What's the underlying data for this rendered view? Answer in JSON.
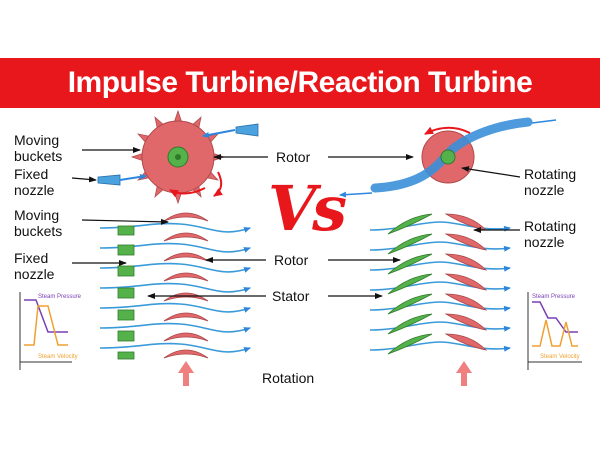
{
  "banner": {
    "left": "Impulse Turbine",
    "divider": "/",
    "right": "Reaction Turbine"
  },
  "labels": {
    "moving_buckets_top": [
      "Moving",
      "buckets"
    ],
    "fixed_nozzle_top": [
      "Fixed",
      "nozzle"
    ],
    "rotor_top": "Rotor",
    "rotating_nozzle_top": [
      "Rotating",
      "nozzle"
    ],
    "moving_buckets_mid": [
      "Moving",
      "buckets"
    ],
    "fixed_nozzle_mid": [
      "Fixed",
      "nozzle"
    ],
    "rotor_mid": "Rotor",
    "stator": "Stator",
    "rotating_nozzle_mid": [
      "Rotating",
      "nozzle"
    ],
    "rotation": "Rotation",
    "vs": "Vs"
  },
  "mini_graph": {
    "pressure_label": "Steam Pressure",
    "velocity_label": "Steam Velocity"
  },
  "colors": {
    "banner": "#e8171c",
    "blade_red": "#e0686a",
    "blade_green": "#55b24b",
    "flow_blue": "#2e86de",
    "arrow_pink": "#f08080",
    "pressure_line": "#7a3fb5",
    "velocity_line": "#f0a030"
  }
}
